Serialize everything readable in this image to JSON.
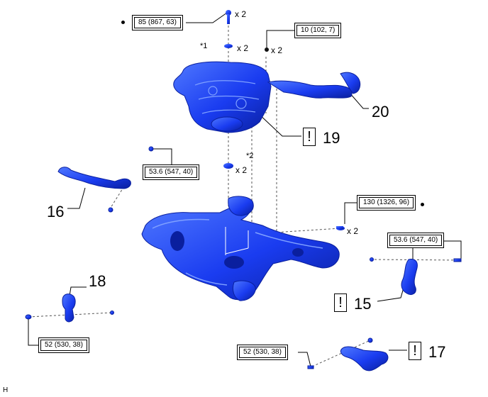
{
  "colors": {
    "part": "#1a3cf0",
    "part_dark": "#0a1f9e",
    "part_light": "#4f78ff",
    "line": "#000000"
  },
  "torque_labels": {
    "t85": "85 (867, 63)",
    "t10": "10 (102, 7)",
    "t53a": "53.6 (547, 40)",
    "t130": "130 (1326, 96)",
    "t53b": "53.6 (547, 40)",
    "t52a": "52 (530, 38)",
    "t52b": "52 (530, 38)"
  },
  "quantities": {
    "q_bolt_top": "x 2",
    "q_washer1": "x 2",
    "q_nut10": "x 2",
    "q_washer2": "x 2",
    "q_bolt130": "x 2"
  },
  "notes": {
    "n1": "*1",
    "n2": "*2"
  },
  "callouts": {
    "c19": "19",
    "c20": "20",
    "c16": "16",
    "c18": "18",
    "c15": "15",
    "c17": "17"
  },
  "caution_mark": "!",
  "figure_id": "H"
}
